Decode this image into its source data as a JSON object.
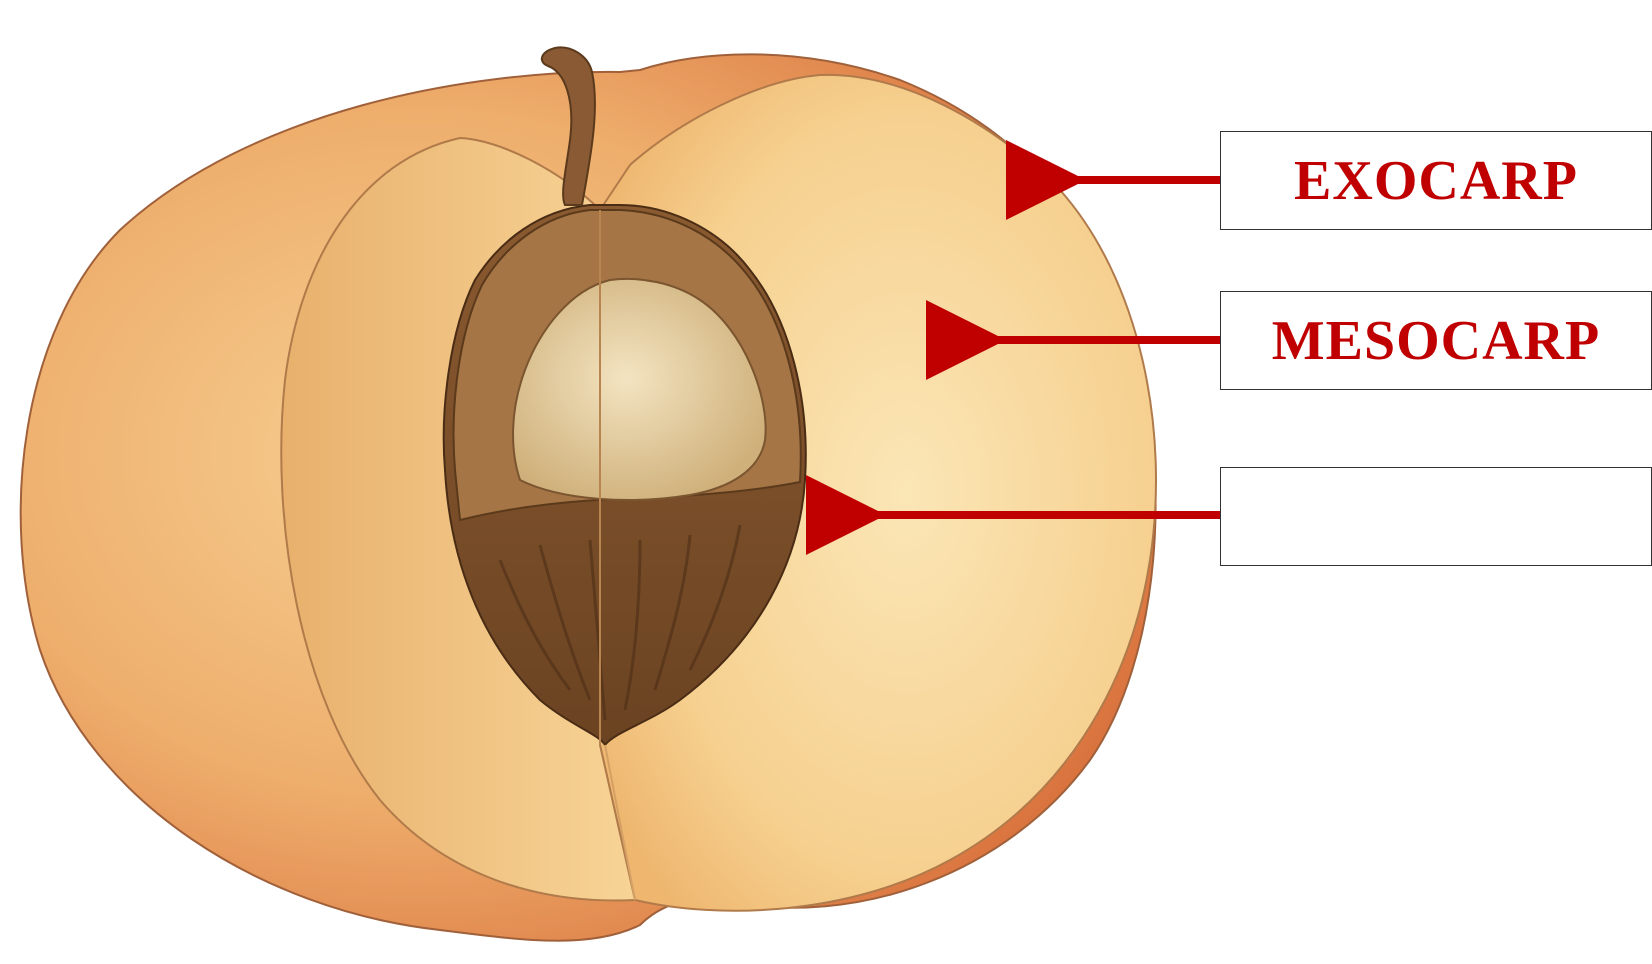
{
  "labels": [
    {
      "id": "exocarp",
      "text": "EXOCARP"
    },
    {
      "id": "mesocarp",
      "text": "MESOCARP"
    },
    {
      "id": "endocarp",
      "text": ""
    }
  ],
  "colors": {
    "label_text": "#c00000",
    "arrow": "#c00000",
    "skin": "#e3904f",
    "skin_light": "#f3c98f",
    "flesh": "#f6d79a",
    "stone": "#9a6a3a",
    "seed": "#e6cf9e",
    "stem": "#8a5a34"
  }
}
